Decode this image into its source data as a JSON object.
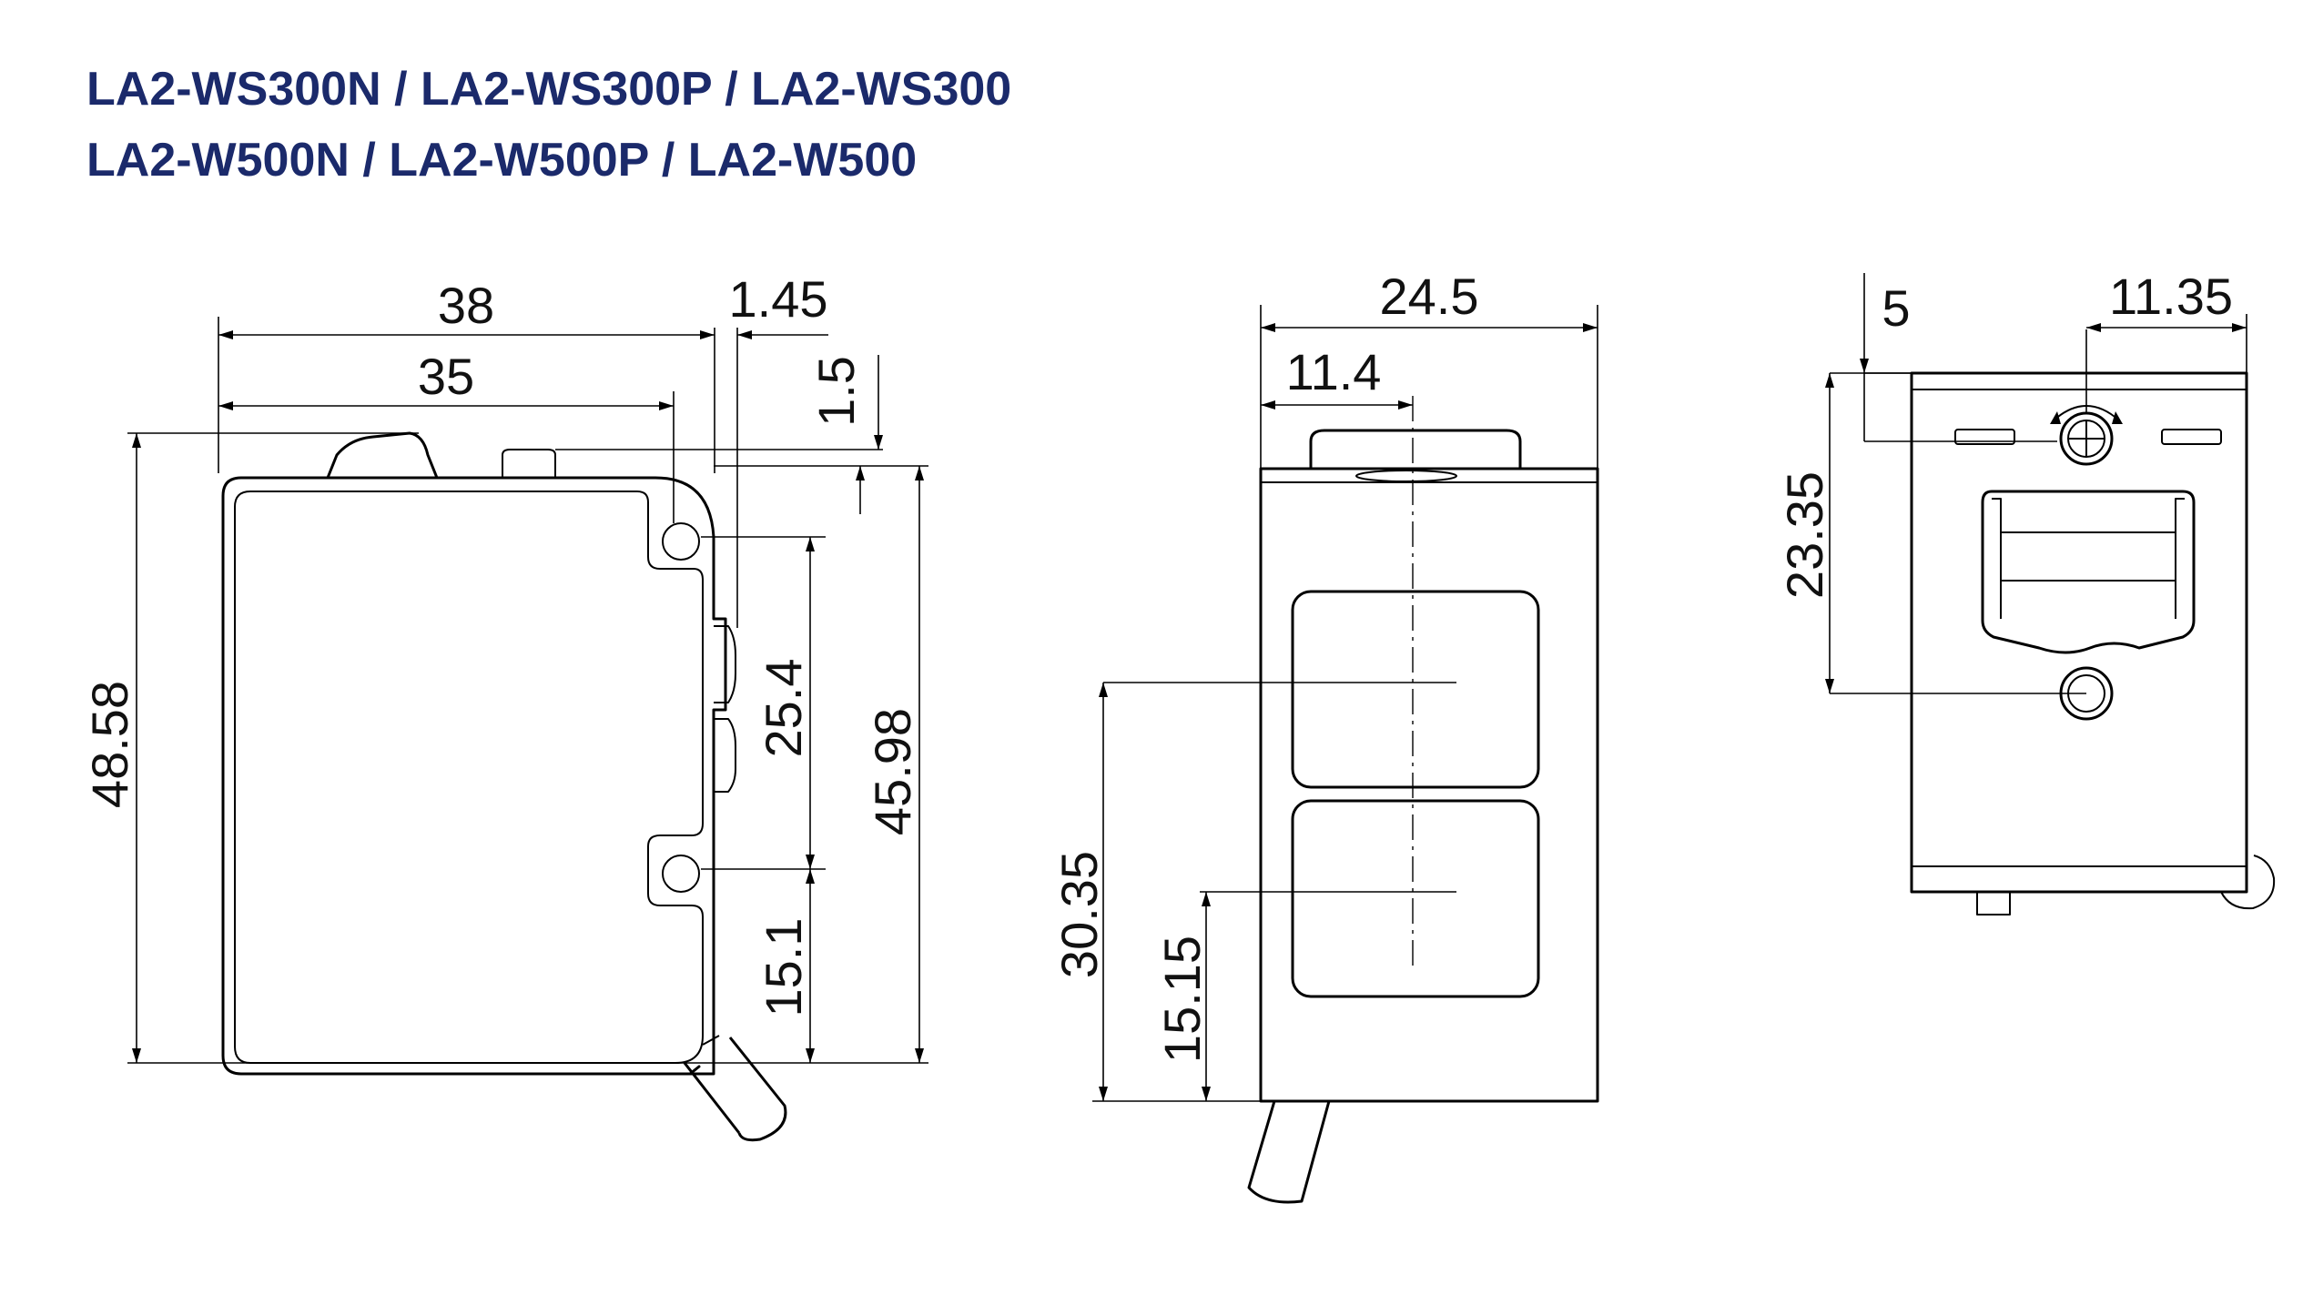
{
  "titles": {
    "line1": "LA2-WS300N / LA2-WS300P / LA2-WS300",
    "line2": "LA2-W500N / LA2-W500P / LA2-W500"
  },
  "side_view": {
    "dimensions": {
      "overall_width": "38",
      "hole_pitch_width": "35",
      "offset_1_45": "1.45",
      "offset_1_5": "1.5",
      "overall_height": "48.58",
      "hole_spacing": "25.4",
      "body_height": "45.98",
      "lower_hole_height": "15.1"
    }
  },
  "front_view": {
    "dimensions": {
      "overall_width": "24.5",
      "lens_center_offset": "11.4",
      "upper_lens_height": "30.35",
      "lower_lens_height": "15.15"
    }
  },
  "rear_view": {
    "dimensions": {
      "top_offset": "5",
      "knob_offset": "11.35",
      "hole_height": "23.35"
    }
  }
}
